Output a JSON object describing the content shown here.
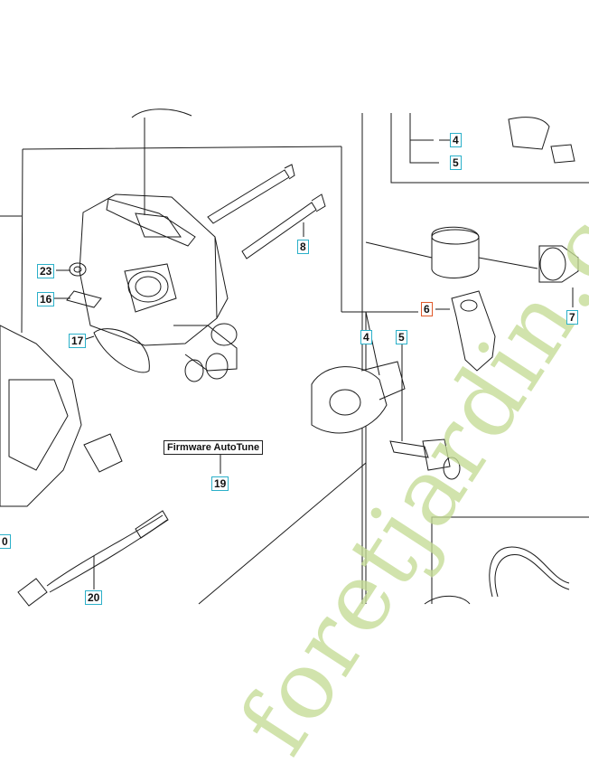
{
  "callouts": {
    "c4_top": "4",
    "c5_top": "5",
    "c6": "6",
    "c7": "7",
    "c8": "8",
    "c4": "4",
    "c5": "5",
    "c16": "16",
    "c17": "17",
    "c19": "19",
    "c20": "20",
    "c23": "23",
    "c10": "0"
  },
  "firmware_label": "Firmware AutoTune",
  "watermark": "foretjardin.com",
  "colors": {
    "callout_border": "#2bb0c9",
    "selected_border": "#e0592a",
    "watermark": "#c5dc96"
  }
}
